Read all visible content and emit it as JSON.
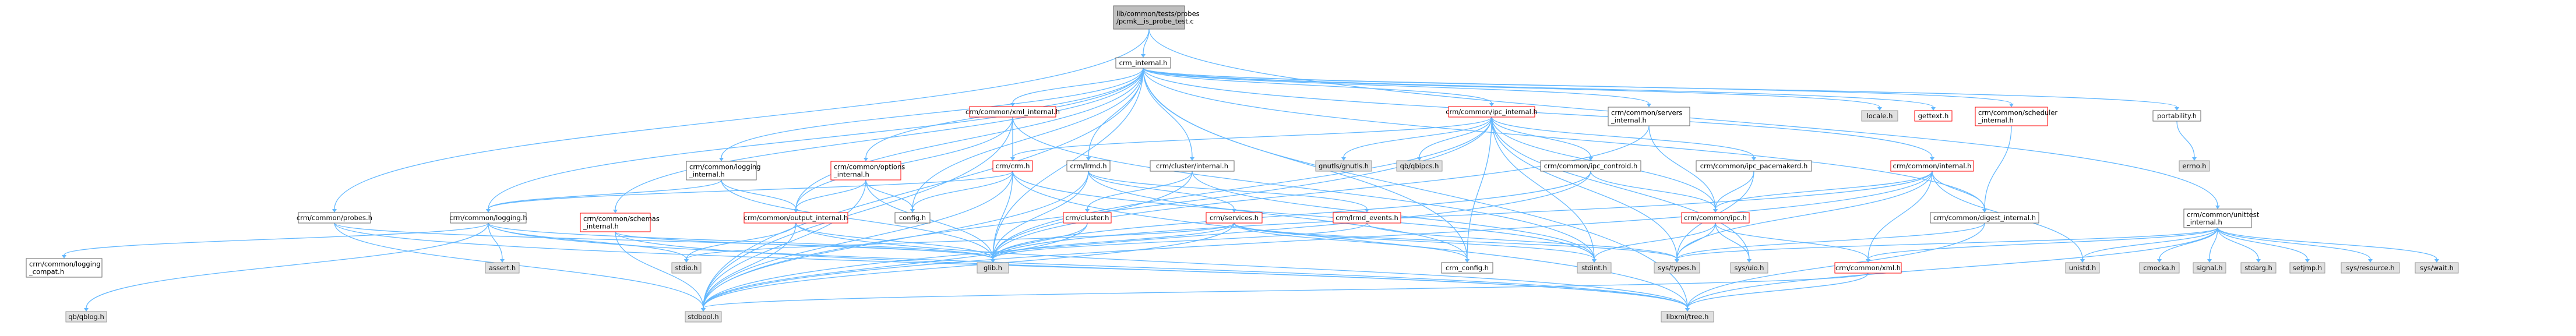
{
  "colors": {
    "root_fill": "#bfbfbf",
    "root_stroke": "#666666",
    "local_fill": "#ffffff",
    "local_stroke": "#666666",
    "missing_stroke": "#ff0000",
    "system_fill": "#e0e0e0",
    "system_stroke": "#999999",
    "edge": "#63b8ff",
    "edge_alt": "#999999"
  },
  "nodes": [
    {
      "id": "root",
      "lines": [
        "lib/common/tests/probes",
        "/pcmk__is_probe_test.c"
      ],
      "kind": "root"
    },
    {
      "id": "crm_internal",
      "lines": [
        "crm_internal.h"
      ],
      "kind": "local"
    },
    {
      "id": "unittest_internal",
      "lines": [
        "crm/common/unittest",
        "_internal.h"
      ],
      "kind": "local"
    },
    {
      "id": "xml_internal",
      "lines": [
        "crm/common/xml_internal.h"
      ],
      "kind": "missing"
    },
    {
      "id": "ipc_internal",
      "lines": [
        "crm/common/ipc_internal.h"
      ],
      "kind": "missing"
    },
    {
      "id": "servers_internal",
      "lines": [
        "crm/common/servers",
        "_internal.h"
      ],
      "kind": "local"
    },
    {
      "id": "locale",
      "lines": [
        "locale.h"
      ],
      "kind": "system"
    },
    {
      "id": "gettext",
      "lines": [
        "gettext.h"
      ],
      "kind": "missing"
    },
    {
      "id": "scheduler_internal",
      "lines": [
        "crm/common/scheduler",
        "_internal.h"
      ],
      "kind": "missing"
    },
    {
      "id": "portability",
      "lines": [
        "portability.h"
      ],
      "kind": "local"
    },
    {
      "id": "errno",
      "lines": [
        "errno.h"
      ],
      "kind": "system"
    },
    {
      "id": "crm_h",
      "lines": [
        "crm/crm.h"
      ],
      "kind": "missing"
    },
    {
      "id": "logging_internal",
      "lines": [
        "crm/common/logging",
        "_internal.h"
      ],
      "kind": "local"
    },
    {
      "id": "options_internal",
      "lines": [
        "crm/common/options",
        "_internal.h"
      ],
      "kind": "missing"
    },
    {
      "id": "lrmd_h",
      "lines": [
        "crm/lrmd.h"
      ],
      "kind": "local"
    },
    {
      "id": "cluster_internal",
      "lines": [
        "crm/cluster/internal.h"
      ],
      "kind": "local"
    },
    {
      "id": "gnutls",
      "lines": [
        "gnutls/gnutls.h"
      ],
      "kind": "system"
    },
    {
      "id": "qbipcs",
      "lines": [
        "qb/qbipcs.h"
      ],
      "kind": "system"
    },
    {
      "id": "ipc_controld",
      "lines": [
        "crm/common/ipc_controld.h"
      ],
      "kind": "local"
    },
    {
      "id": "ipc_pacemakerd",
      "lines": [
        "crm/common/ipc_pacemakerd.h"
      ],
      "kind": "local"
    },
    {
      "id": "common_internal",
      "lines": [
        "crm/common/internal.h"
      ],
      "kind": "missing"
    },
    {
      "id": "probes",
      "lines": [
        "crm/common/probes.h"
      ],
      "kind": "local"
    },
    {
      "id": "logging",
      "lines": [
        "crm/common/logging.h"
      ],
      "kind": "local"
    },
    {
      "id": "schemas_internal",
      "lines": [
        "crm/common/schemas",
        "_internal.h"
      ],
      "kind": "missing"
    },
    {
      "id": "output_internal",
      "lines": [
        "crm/common/output_internal.h"
      ],
      "kind": "missing"
    },
    {
      "id": "config",
      "lines": [
        "config.h"
      ],
      "kind": "local"
    },
    {
      "id": "cluster_h",
      "lines": [
        "crm/cluster.h"
      ],
      "kind": "missing"
    },
    {
      "id": "services",
      "lines": [
        "crm/services.h"
      ],
      "kind": "missing"
    },
    {
      "id": "lrmd_events",
      "lines": [
        "crm/lrmd_events.h"
      ],
      "kind": "missing"
    },
    {
      "id": "ipc_h",
      "lines": [
        "crm/common/ipc.h"
      ],
      "kind": "missing"
    },
    {
      "id": "digest_internal",
      "lines": [
        "crm/common/digest_internal.h"
      ],
      "kind": "local"
    },
    {
      "id": "logging_compat",
      "lines": [
        "crm/common/logging",
        "_compat.h"
      ],
      "kind": "local"
    },
    {
      "id": "qblog",
      "lines": [
        "qb/qblog.h"
      ],
      "kind": "system"
    },
    {
      "id": "assert",
      "lines": [
        "assert.h"
      ],
      "kind": "system"
    },
    {
      "id": "stdio",
      "lines": [
        "stdio.h"
      ],
      "kind": "system"
    },
    {
      "id": "glib",
      "lines": [
        "glib.h"
      ],
      "kind": "system"
    },
    {
      "id": "crm_config",
      "lines": [
        "crm_config.h"
      ],
      "kind": "local"
    },
    {
      "id": "stdint",
      "lines": [
        "stdint.h"
      ],
      "kind": "system"
    },
    {
      "id": "sys_types",
      "lines": [
        "sys/types.h"
      ],
      "kind": "system"
    },
    {
      "id": "sys_uio",
      "lines": [
        "sys/uio.h"
      ],
      "kind": "system"
    },
    {
      "id": "xml_h",
      "lines": [
        "crm/common/xml.h"
      ],
      "kind": "missing"
    },
    {
      "id": "stdbool",
      "lines": [
        "stdbool.h"
      ],
      "kind": "system"
    },
    {
      "id": "libxml_tree",
      "lines": [
        "libxml/tree.h"
      ],
      "kind": "system"
    },
    {
      "id": "unistd",
      "lines": [
        "unistd.h"
      ],
      "kind": "system"
    },
    {
      "id": "cmocka",
      "lines": [
        "cmocka.h"
      ],
      "kind": "system"
    },
    {
      "id": "signal",
      "lines": [
        "signal.h"
      ],
      "kind": "system"
    },
    {
      "id": "stdarg",
      "lines": [
        "stdarg.h"
      ],
      "kind": "system"
    },
    {
      "id": "setjmp",
      "lines": [
        "setjmp.h"
      ],
      "kind": "system"
    },
    {
      "id": "sys_resource",
      "lines": [
        "sys/resource.h"
      ],
      "kind": "system"
    },
    {
      "id": "sys_wait",
      "lines": [
        "sys/wait.h"
      ],
      "kind": "system"
    }
  ],
  "edges": [
    [
      "root",
      "crm_internal"
    ],
    [
      "root",
      "unittest_internal"
    ],
    [
      "root",
      "probes"
    ],
    [
      "crm_internal",
      "xml_internal"
    ],
    [
      "crm_internal",
      "ipc_internal"
    ],
    [
      "crm_internal",
      "servers_internal"
    ],
    [
      "crm_internal",
      "locale"
    ],
    [
      "crm_internal",
      "gettext"
    ],
    [
      "crm_internal",
      "scheduler_internal"
    ],
    [
      "crm_internal",
      "portability"
    ],
    [
      "crm_internal",
      "common_internal"
    ],
    [
      "crm_internal",
      "logging_internal"
    ],
    [
      "crm_internal",
      "options_internal"
    ],
    [
      "crm_internal",
      "lrmd_h"
    ],
    [
      "crm_internal",
      "cluster_internal"
    ],
    [
      "crm_internal",
      "schemas_internal"
    ],
    [
      "crm_internal",
      "output_internal"
    ],
    [
      "crm_internal",
      "config"
    ],
    [
      "crm_internal",
      "logging"
    ],
    [
      "crm_internal",
      "glib"
    ],
    [
      "crm_internal",
      "stdbool"
    ],
    [
      "crm_internal",
      "libxml_tree"
    ],
    [
      "crm_internal",
      "digest_internal"
    ],
    [
      "crm_internal",
      "crm_config"
    ],
    [
      "xml_internal",
      "crm_h"
    ],
    [
      "xml_internal",
      "output_internal"
    ],
    [
      "xml_internal",
      "stdint"
    ],
    [
      "xml_internal",
      "stdbool"
    ],
    [
      "ipc_internal",
      "crm_h"
    ],
    [
      "ipc_internal",
      "gnutls"
    ],
    [
      "ipc_internal",
      "qbipcs"
    ],
    [
      "ipc_internal",
      "ipc_controld"
    ],
    [
      "ipc_internal",
      "ipc_pacemakerd"
    ],
    [
      "ipc_internal",
      "ipc_h"
    ],
    [
      "ipc_internal",
      "sys_types"
    ],
    [
      "ipc_internal",
      "sys_uio"
    ],
    [
      "ipc_internal",
      "glib"
    ],
    [
      "ipc_internal",
      "stdint"
    ],
    [
      "ipc_internal",
      "crm_config"
    ],
    [
      "ipc_internal",
      "stdbool"
    ],
    [
      "servers_internal",
      "ipc_h"
    ],
    [
      "servers_internal",
      "glib"
    ],
    [
      "scheduler_internal",
      "digest_internal"
    ],
    [
      "portability",
      "errno"
    ],
    [
      "crm_h",
      "logging"
    ],
    [
      "crm_h",
      "config"
    ],
    [
      "crm_h",
      "glib"
    ],
    [
      "crm_h",
      "stdbool"
    ],
    [
      "crm_h",
      "libxml_tree"
    ],
    [
      "crm_h",
      "stdint"
    ],
    [
      "logging_internal",
      "glib"
    ],
    [
      "logging_internal",
      "output_internal"
    ],
    [
      "logging_internal",
      "logging"
    ],
    [
      "options_internal",
      "glib"
    ],
    [
      "options_internal",
      "output_internal"
    ],
    [
      "options_internal",
      "config"
    ],
    [
      "options_internal",
      "stdbool"
    ],
    [
      "lrmd_h",
      "glib"
    ],
    [
      "lrmd_h",
      "services"
    ],
    [
      "lrmd_h",
      "lrmd_events"
    ],
    [
      "lrmd_h",
      "stdbool"
    ],
    [
      "lrmd_h",
      "crm_config"
    ],
    [
      "cluster_internal",
      "cluster_h"
    ],
    [
      "cluster_internal",
      "stdint"
    ],
    [
      "cluster_internal",
      "glib"
    ],
    [
      "ipc_controld",
      "ipc_h"
    ],
    [
      "ipc_controld",
      "glib"
    ],
    [
      "ipc_controld",
      "stdbool"
    ],
    [
      "ipc_pacemakerd",
      "ipc_h"
    ],
    [
      "ipc_pacemakerd",
      "sys_types"
    ],
    [
      "common_internal",
      "unistd"
    ],
    [
      "common_internal",
      "glib"
    ],
    [
      "common_internal",
      "sys_types"
    ],
    [
      "common_internal",
      "ipc_h"
    ],
    [
      "common_internal",
      "xml_h"
    ],
    [
      "common_internal",
      "digest_internal"
    ],
    [
      "common_internal",
      "stdbool"
    ],
    [
      "probes",
      "glib"
    ],
    [
      "probes",
      "stdbool"
    ],
    [
      "probes",
      "libxml_tree"
    ],
    [
      "logging",
      "logging_compat"
    ],
    [
      "logging",
      "qblog"
    ],
    [
      "logging",
      "assert"
    ],
    [
      "logging",
      "stdio"
    ],
    [
      "logging",
      "glib"
    ],
    [
      "logging",
      "libxml_tree"
    ],
    [
      "schemas_internal",
      "glib"
    ],
    [
      "schemas_internal",
      "stdbool"
    ],
    [
      "schemas_internal",
      "libxml_tree"
    ],
    [
      "output_internal",
      "stdio"
    ],
    [
      "output_internal",
      "glib"
    ],
    [
      "output_internal",
      "stdbool"
    ],
    [
      "output_internal",
      "libxml_tree"
    ],
    [
      "cluster_h",
      "glib"
    ],
    [
      "cluster_h",
      "stdbool"
    ],
    [
      "services",
      "glib"
    ],
    [
      "services",
      "stdio"
    ],
    [
      "services",
      "stdint"
    ],
    [
      "services",
      "stdbool"
    ],
    [
      "services",
      "crm_config"
    ],
    [
      "services",
      "sys_types"
    ],
    [
      "lrmd_events",
      "glib"
    ],
    [
      "lrmd_events",
      "sys_types"
    ],
    [
      "ipc_h",
      "sys_uio"
    ],
    [
      "ipc_h",
      "sys_types"
    ],
    [
      "ipc_h",
      "xml_h"
    ],
    [
      "ipc_h",
      "stdint"
    ],
    [
      "digest_internal",
      "libxml_tree"
    ],
    [
      "digest_internal",
      "sys_types"
    ],
    [
      "xml_h",
      "libxml_tree"
    ],
    [
      "xml_h",
      "stdbool"
    ],
    [
      "unittest_internal",
      "unistd"
    ],
    [
      "unittest_internal",
      "cmocka"
    ],
    [
      "unittest_internal",
      "signal"
    ],
    [
      "unittest_internal",
      "stdarg"
    ],
    [
      "unittest_internal",
      "setjmp"
    ],
    [
      "unittest_internal",
      "sys_resource"
    ],
    [
      "unittest_internal",
      "sys_wait"
    ],
    [
      "unittest_internal",
      "sys_types"
    ],
    [
      "unittest_internal",
      "xml_h"
    ],
    [
      "unittest_internal",
      "libxml_tree"
    ]
  ]
}
